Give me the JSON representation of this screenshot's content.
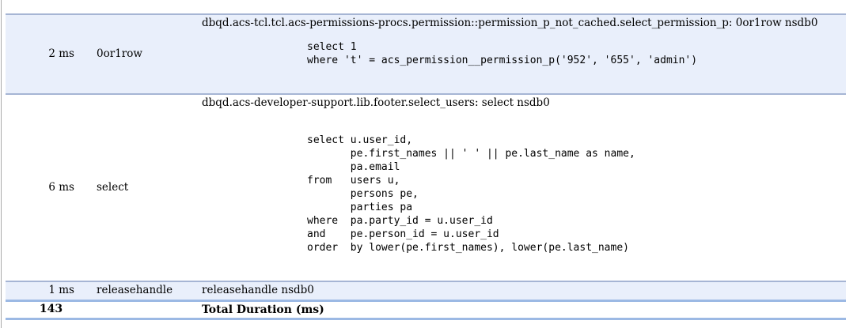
{
  "table": {
    "rows": [
      {
        "duration": "2 ms",
        "command": "0or1row",
        "query_name": "dbqd.acs-tcl.tcl.acs-permissions-procs.permission::permission_p_not_cached.select_permission_p: 0or1row nsdb0",
        "sql": "select 1\nwhere 't' = acs_permission__permission_p('952', '655', 'admin')"
      },
      {
        "duration": "6 ms",
        "command": "select",
        "query_name": "dbqd.acs-developer-support.lib.footer.select_users: select nsdb0",
        "sql": "\nselect u.user_id,\n       pe.first_names || ' ' || pe.last_name as name,\n       pa.email\nfrom   users u,\n       persons pe,\n       parties pa\nwhere  pa.party_id = u.user_id\nand    pe.person_id = u.user_id\norder  by lower(pe.first_names), lower(pe.last_name)"
      },
      {
        "duration": "1 ms",
        "command": "releasehandle",
        "query_name": "releasehandle nsdb0"
      }
    ],
    "total": {
      "value": "143",
      "label": "Total Duration (ms)"
    }
  },
  "colors": {
    "row_highlight": "#e9effb",
    "rule": "#a6b5d4",
    "rule_strong": "#9cb9e4",
    "window_edge": "#a9a9a9"
  }
}
